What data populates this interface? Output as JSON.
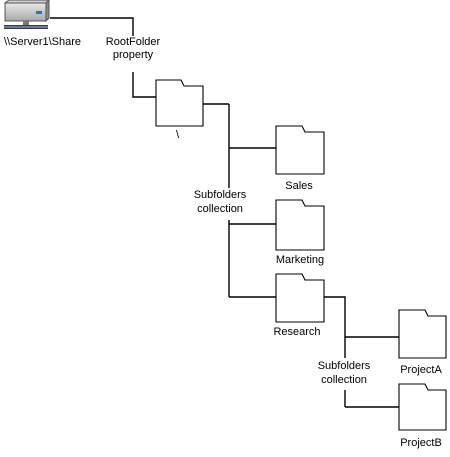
{
  "diagram": {
    "server_label": "\\\\Server1\\Share",
    "rootfolder_label_line1": "RootFolder",
    "rootfolder_label_line2": "property",
    "root_folder_label": "\\",
    "subfolders1_line1": "Subfolders",
    "subfolders1_line2": "collection",
    "folders_level1": [
      "Sales",
      "Marketing",
      "Research"
    ],
    "subfolders2_line1": "Subfolders",
    "subfolders2_line2": "collection",
    "folders_level2": [
      "ProjectA",
      "ProjectB"
    ]
  },
  "icons": {
    "server": "server-icon",
    "folder": "folder-icon"
  }
}
